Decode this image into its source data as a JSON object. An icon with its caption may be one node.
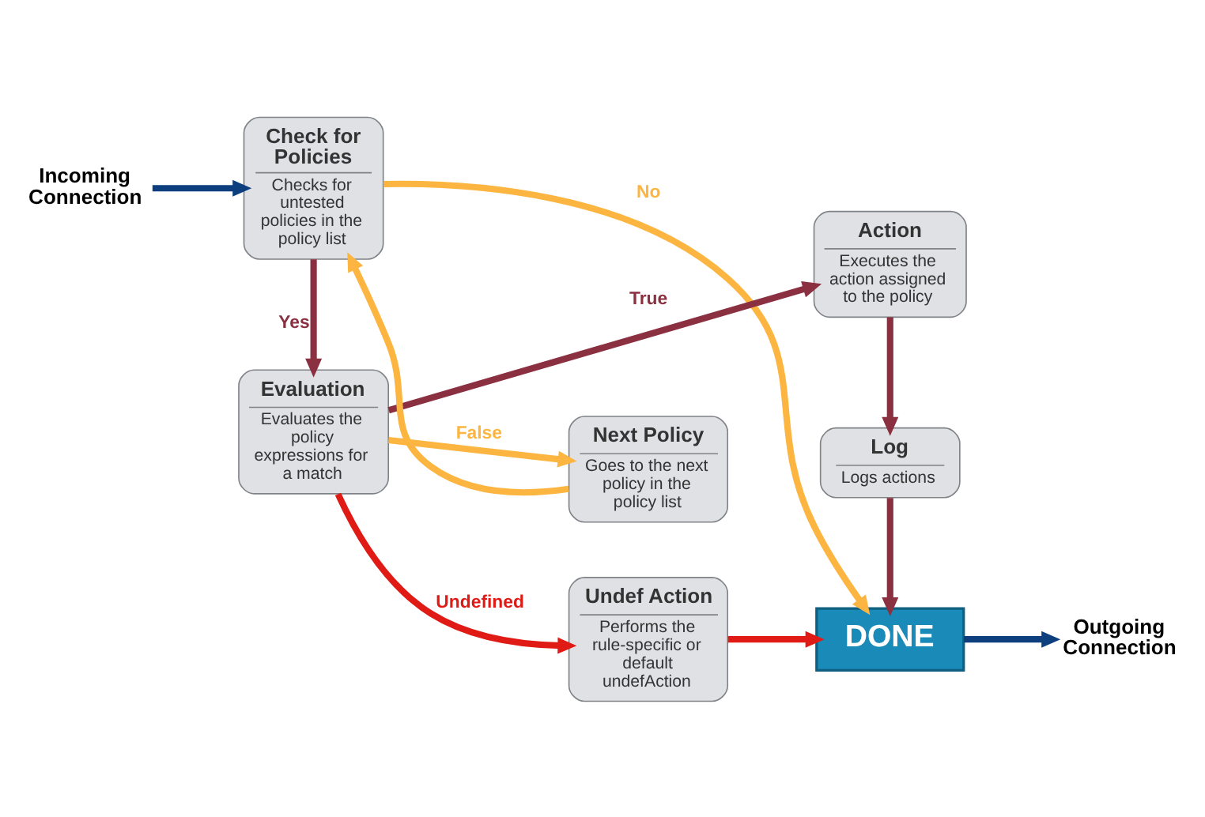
{
  "diagram": {
    "nodes": [
      {
        "text": [
          "Incoming Connection"
        ]
      },
      {
        "text": [
          "Check for Policies",
          "Checks for untested policies in the policy list"
        ]
      },
      {
        "text": [
          "Undef Action",
          "Performs the rule-specific or default undefAction"
        ]
      },
      {
        "text": [
          "DONE"
        ]
      },
      {
        "text": [
          "Outgoing Connection"
        ]
      },
      {
        "text": [
          "Log",
          "Logs actions"
        ]
      },
      {
        "text": [
          "Evaluation",
          "Evaluates the policy expressions for a match"
        ]
      },
      {
        "text": [
          "Next Policy",
          "Goes to the next policy in the policy list"
        ]
      },
      {
        "text": [
          "Action",
          "Executes the action assigned to the policy"
        ]
      }
    ],
    "edges": [
      {
        "from": 0,
        "to": 1,
        "arrow": "to",
        "color": "#0d3f7f"
      },
      {
        "from": 1,
        "to": 3,
        "arrow": "to",
        "label": "No",
        "color": "#fbb540"
      },
      {
        "from": 1,
        "to": 6,
        "arrow": "to",
        "label": "Yes"
      },
      {
        "from": 2,
        "to": 3,
        "arrow": "to",
        "color": "#e01b16"
      },
      {
        "from": 3,
        "to": 4,
        "arrow": "to",
        "color": "#0d3f7f"
      },
      {
        "from": 6,
        "to": 2,
        "arrow": "to",
        "label": "Undefined",
        "color": "#e01b16"
      },
      {
        "from": 6,
        "to": 7,
        "arrow": "to",
        "label": "False",
        "color": "#fbb540"
      },
      {
        "from": 7,
        "to": 1,
        "arrow": "to",
        "color": "#fbb540"
      },
      {
        "from": 6,
        "to": 8,
        "arrow": "to",
        "label": "True"
      },
      {
        "from": 8,
        "to": 5,
        "arrow": "to"
      },
      {
        "from": 5,
        "to": 3,
        "arrow": "to"
      }
    ]
  }
}
